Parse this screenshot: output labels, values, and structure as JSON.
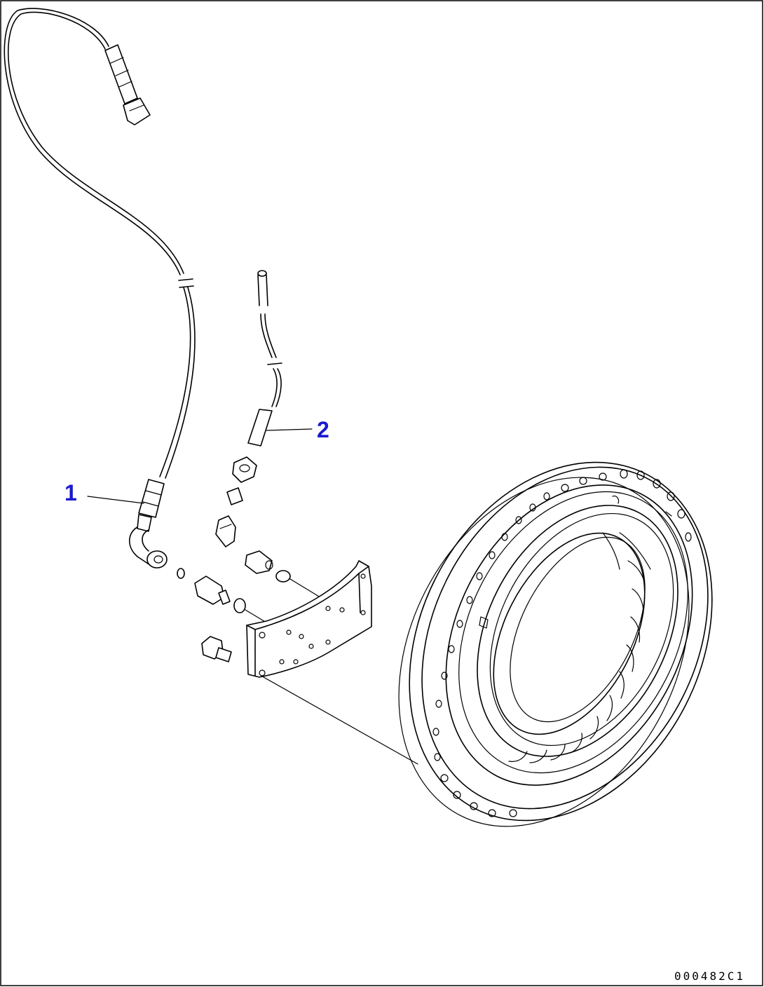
{
  "callouts": [
    {
      "id": "1",
      "label": "1"
    },
    {
      "id": "2",
      "label": "2"
    }
  ],
  "document_id": "000482C1",
  "colors": {
    "callout": "#1a1ad0",
    "line": "#000000",
    "background": "#ffffff"
  }
}
